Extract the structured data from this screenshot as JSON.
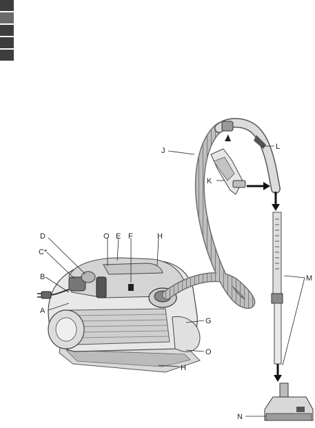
{
  "tabs": [
    {
      "shade": "dark"
    },
    {
      "shade": "light"
    },
    {
      "shade": "dark"
    },
    {
      "shade": "dark"
    },
    {
      "shade": "dark"
    }
  ],
  "callouts": {
    "A": "A",
    "B": "B",
    "C": "C*",
    "D": "D",
    "O_top": "O",
    "E": "E",
    "F": "F",
    "H_top": "H",
    "G": "G",
    "O_bottom": "O",
    "H_bottom": "H",
    "J": "J",
    "K": "K",
    "L": "L",
    "M": "M",
    "N": "N"
  }
}
